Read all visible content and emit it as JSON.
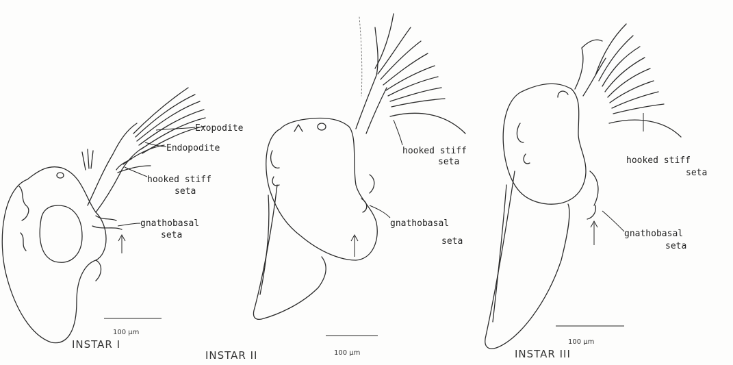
{
  "panels": [
    {
      "labels": [
        "Exopodite",
        "Endopodite",
        "hooked stiff",
        "seta",
        "gnathobasal",
        "seta"
      ],
      "scale": "100 µm",
      "caption": "INSTAR I"
    },
    {
      "labels": [
        "hooked stiff",
        "seta",
        "gnathobasal",
        "seta"
      ],
      "scale": "100 µm",
      "caption": "INSTAR II"
    },
    {
      "labels": [
        "hooked stiff",
        "seta",
        "gnathobasal",
        "seta"
      ],
      "scale": "100 µm",
      "caption": "INSTAR III"
    }
  ]
}
